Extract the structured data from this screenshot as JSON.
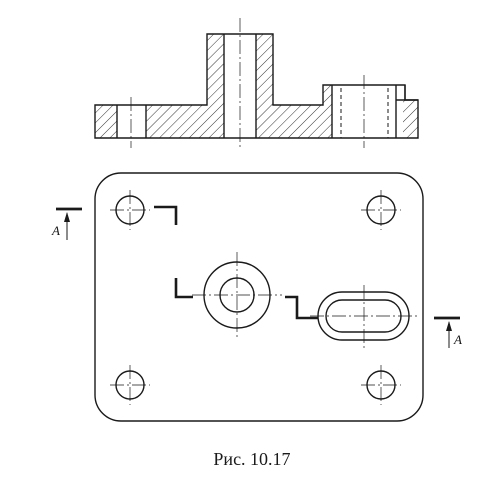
{
  "figure": {
    "caption": "Рис. 10.17",
    "section_marker": "A"
  },
  "views": {
    "front_section": {
      "hatched": true
    },
    "top_view": {
      "holes_at_corners": 4,
      "stepped_section_line": true
    }
  },
  "colors": {
    "line": "#1a1a1a",
    "hatch": "#333333",
    "background": "#ffffff"
  }
}
